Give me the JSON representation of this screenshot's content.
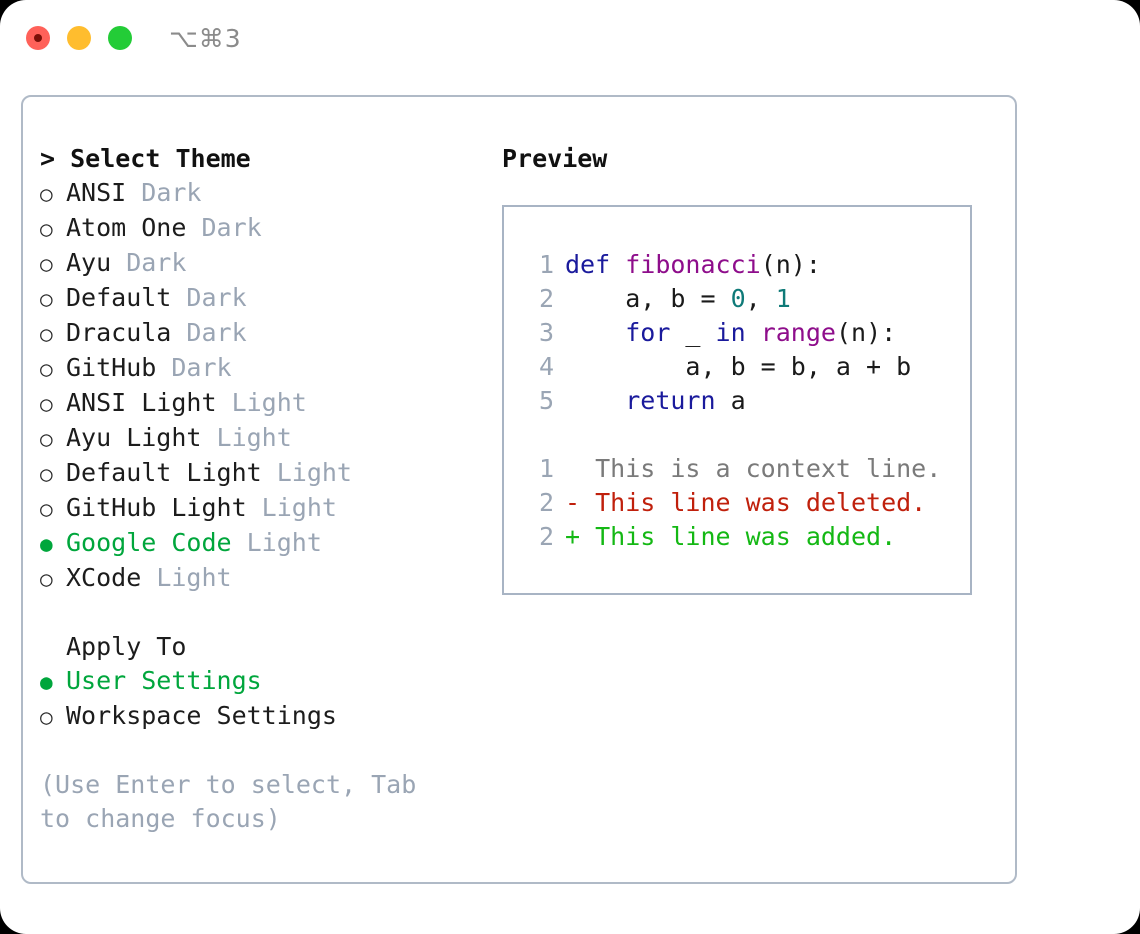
{
  "titlebar": {
    "shortcut": "⌥⌘3",
    "buttons": [
      {
        "name": "close",
        "color": "#ff6159"
      },
      {
        "name": "minimize",
        "color": "#ffbd2e"
      },
      {
        "name": "zoom",
        "color": "#23cc37"
      }
    ]
  },
  "theme_picker": {
    "heading": "> Select Theme",
    "marker_selected": "●",
    "marker_unselected": "○",
    "accent_color": "#00a63c",
    "tag_color": "#9aa5b4",
    "items": [
      {
        "label": "ANSI",
        "tag": "Dark",
        "selected": false
      },
      {
        "label": "Atom One",
        "tag": "Dark",
        "selected": false
      },
      {
        "label": "Ayu",
        "tag": "Dark",
        "selected": false
      },
      {
        "label": "Default",
        "tag": "Dark",
        "selected": false
      },
      {
        "label": "Dracula",
        "tag": "Dark",
        "selected": false
      },
      {
        "label": "GitHub",
        "tag": "Dark",
        "selected": false
      },
      {
        "label": "ANSI Light",
        "tag": "Light",
        "selected": false
      },
      {
        "label": "Ayu Light",
        "tag": "Light",
        "selected": false
      },
      {
        "label": "Default Light",
        "tag": "Light",
        "selected": false
      },
      {
        "label": "GitHub Light",
        "tag": "Light",
        "selected": false
      },
      {
        "label": "Google Code",
        "tag": "Light",
        "selected": true
      },
      {
        "label": "XCode",
        "tag": "Light",
        "selected": false
      }
    ]
  },
  "apply_to": {
    "heading": "Apply To",
    "items": [
      {
        "label": "User Settings",
        "selected": true
      },
      {
        "label": "Workspace Settings",
        "selected": false
      }
    ]
  },
  "hint": "(Use Enter to select, Tab to change focus)",
  "preview": {
    "heading": "Preview",
    "code_lines": [
      {
        "no": "1",
        "tokens": [
          {
            "t": "def",
            "c": "kw"
          },
          {
            "t": " ",
            "c": "code"
          },
          {
            "t": "fibonacci",
            "c": "fn"
          },
          {
            "t": "(n):",
            "c": "code"
          }
        ]
      },
      {
        "no": "2",
        "tokens": [
          {
            "t": "    a, b = ",
            "c": "code"
          },
          {
            "t": "0",
            "c": "num"
          },
          {
            "t": ", ",
            "c": "code"
          },
          {
            "t": "1",
            "c": "num"
          }
        ]
      },
      {
        "no": "3",
        "tokens": [
          {
            "t": "    ",
            "c": "code"
          },
          {
            "t": "for",
            "c": "kw"
          },
          {
            "t": " _ ",
            "c": "code"
          },
          {
            "t": "in",
            "c": "kw"
          },
          {
            "t": " ",
            "c": "code"
          },
          {
            "t": "range",
            "c": "fn"
          },
          {
            "t": "(n):",
            "c": "code"
          }
        ]
      },
      {
        "no": "4",
        "tokens": [
          {
            "t": "        a, b = b, a + b",
            "c": "code"
          }
        ]
      },
      {
        "no": "5",
        "tokens": [
          {
            "t": "    ",
            "c": "code"
          },
          {
            "t": "return",
            "c": "kw"
          },
          {
            "t": " a",
            "c": "code"
          }
        ]
      }
    ],
    "diff_lines": [
      {
        "no": "1",
        "prefix": "  ",
        "text": "This is a context line.",
        "kind": "ctx"
      },
      {
        "no": "2",
        "prefix": "- ",
        "text": "This line was deleted.",
        "kind": "del"
      },
      {
        "no": "2",
        "prefix": "+ ",
        "text": "This line was added.",
        "kind": "add"
      }
    ],
    "colors": {
      "keyword": "#1a1a9c",
      "function": "#8e0d8b",
      "number": "#0f7a78",
      "text": "#1a1a1a",
      "lineno": "#9aa5b4",
      "context": "#7a7a7a",
      "deleted": "#c0200c",
      "added": "#14b814",
      "border": "#a8b4c4"
    }
  }
}
